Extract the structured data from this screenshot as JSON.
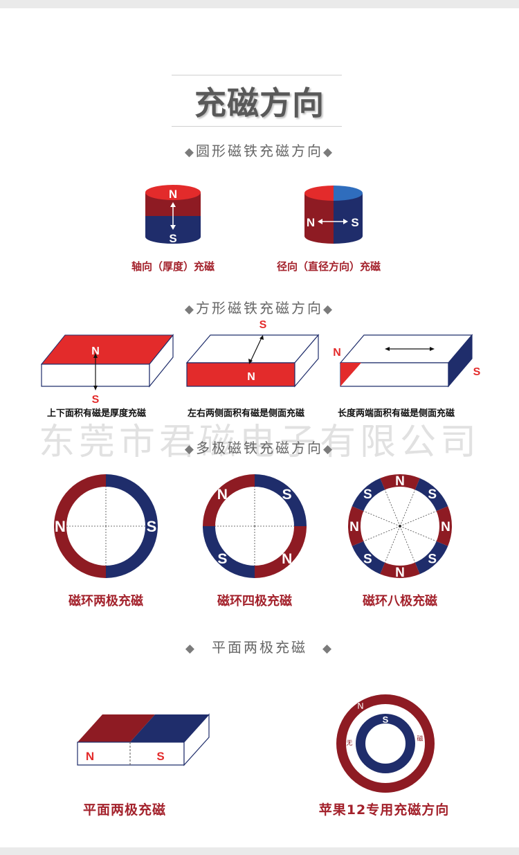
{
  "title": "充磁方向",
  "watermark": "东莞市君磁电子有限公司",
  "colors": {
    "red": "#8e1b23",
    "bright_red": "#e32b2b",
    "blue": "#1f2d6b",
    "caption_red": "#a3212b"
  },
  "sections": {
    "round": {
      "title": "圆形磁铁充磁方向",
      "items": [
        {
          "caption": "轴向（厚度）充磁",
          "pole_top": "N",
          "pole_bottom": "S"
        },
        {
          "caption": "径向（直径方向）充磁",
          "pole_left": "N",
          "pole_right": "S"
        }
      ]
    },
    "square": {
      "title": "方形磁铁充磁方向",
      "items": [
        {
          "caption": "上下面积有磁是厚度充磁",
          "pole_a": "N",
          "pole_b": "S"
        },
        {
          "caption": "左右两侧面积有磁是侧面充磁",
          "pole_a": "S",
          "pole_b": "N"
        },
        {
          "caption": "长度两端面积有磁是侧面充磁",
          "pole_a": "N",
          "pole_b": "S"
        }
      ]
    },
    "multipole": {
      "title": "多极磁铁充磁方向",
      "items": [
        {
          "caption": "磁环两极充磁",
          "poles": [
            "N",
            "S"
          ]
        },
        {
          "caption": "磁环四极充磁",
          "poles": [
            "N",
            "S",
            "N",
            "S"
          ]
        },
        {
          "caption": "磁环八极充磁",
          "poles": [
            "N",
            "S",
            "N",
            "S",
            "N",
            "S",
            "N",
            "S"
          ]
        }
      ]
    },
    "planar": {
      "title": "平面两极充磁",
      "items": [
        {
          "caption": "平面两极充磁",
          "pole_left": "N",
          "pole_right": "S"
        },
        {
          "caption": "苹果12专用充磁方向",
          "pole_n": "N",
          "pole_s": "S",
          "label_left": "无",
          "label_right": "磁"
        }
      ]
    }
  }
}
